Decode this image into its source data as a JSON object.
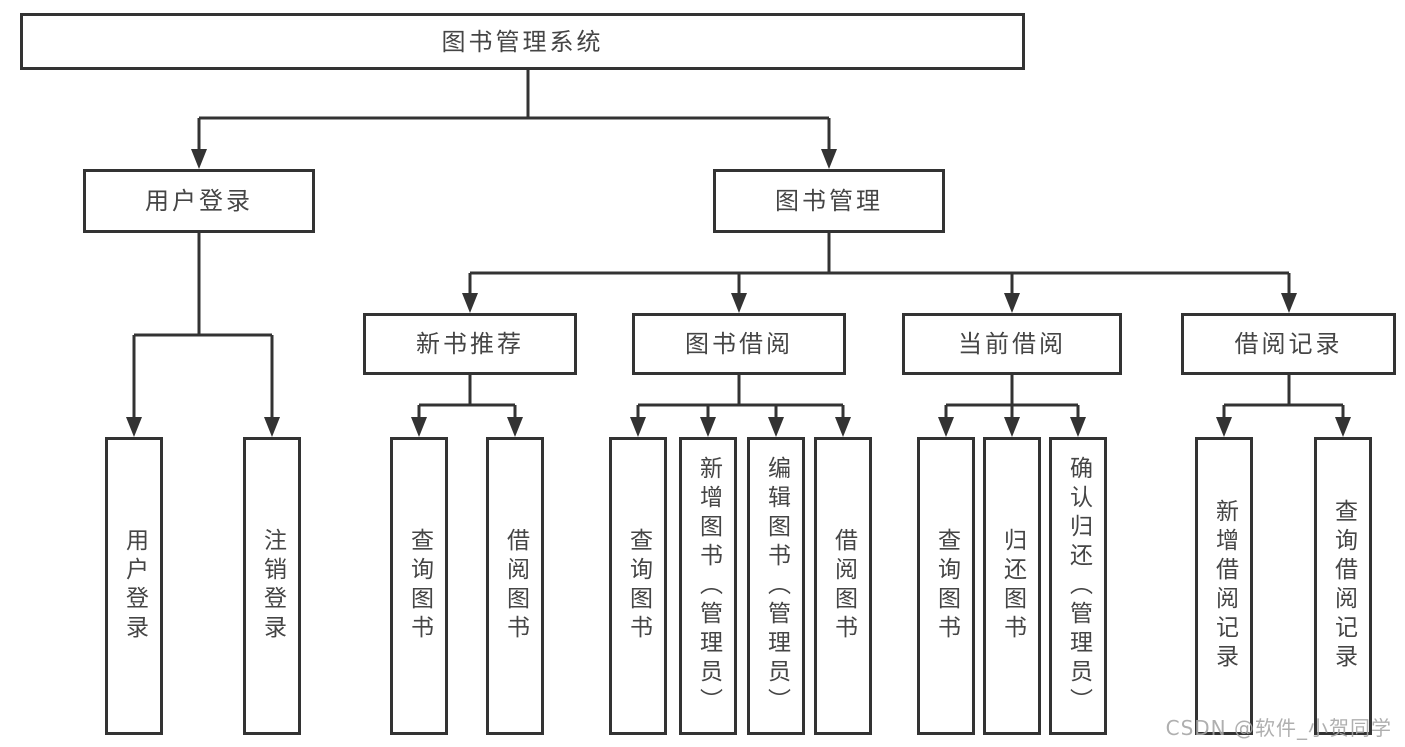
{
  "diagram": {
    "title": "图书管理系统",
    "level2": {
      "user_login": "用户登录",
      "book_management": "图书管理"
    },
    "level3": {
      "new_book_recommend": "新书推荐",
      "book_borrowing": "图书借阅",
      "current_borrowing": "当前借阅",
      "borrowing_records": "借阅记录"
    },
    "leaves": {
      "user_login": "用户登录",
      "logout": "注销登录",
      "query_books_recommend": "查询图书",
      "borrow_books_recommend": "借阅图书",
      "query_books_borrowing": "查询图书",
      "add_book_admin": "新增图书（管理员）",
      "edit_book_admin": "编辑图书（管理员）",
      "borrow_books_borrowing": "借阅图书",
      "query_books_current": "查询图书",
      "return_book": "归还图书",
      "confirm_return_admin": "确认归还（管理员）",
      "add_borrow_record": "新增借阅记录",
      "query_borrow_record": "查询借阅记录"
    },
    "watermark": "CSDN @软件_小贺同学",
    "colors": {
      "line": "#333333",
      "box_border": "#333333",
      "text": "#454545",
      "watermark": "#a6a6a6",
      "background": "#ffffff"
    }
  }
}
